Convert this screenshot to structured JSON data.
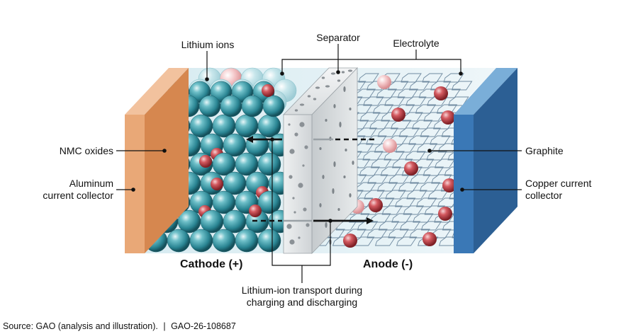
{
  "labels": {
    "lithium_ions": "Lithium ions",
    "separator": "Separator",
    "electrolyte": "Electrolyte",
    "nmc_oxides": "NMC oxides",
    "aluminum_collector_line1": "Aluminum",
    "aluminum_collector_line2": "current collector",
    "graphite": "Graphite",
    "copper_collector_line1": "Copper current",
    "copper_collector_line2": "collector",
    "cathode": "Cathode (+)",
    "anode": "Anode (-)",
    "transport_line1": "Lithium-ion transport during",
    "transport_line2": "charging and discharging"
  },
  "footer": {
    "source": "Source: GAO (analysis and illustration).",
    "separator_bar": "|",
    "report_id": "GAO-26-108687"
  },
  "colors": {
    "aluminum": "#e9a877",
    "aluminum_dark": "#d6874f",
    "copper": "#3a78b6",
    "copper_dark": "#2c5f94",
    "nmc_sphere": "#3b9aa8",
    "lithium_ion": "#c9474d",
    "electrolyte": "#dcecf2",
    "separator": "#e3e6e8",
    "graphite_line": "#6f8aa0"
  }
}
